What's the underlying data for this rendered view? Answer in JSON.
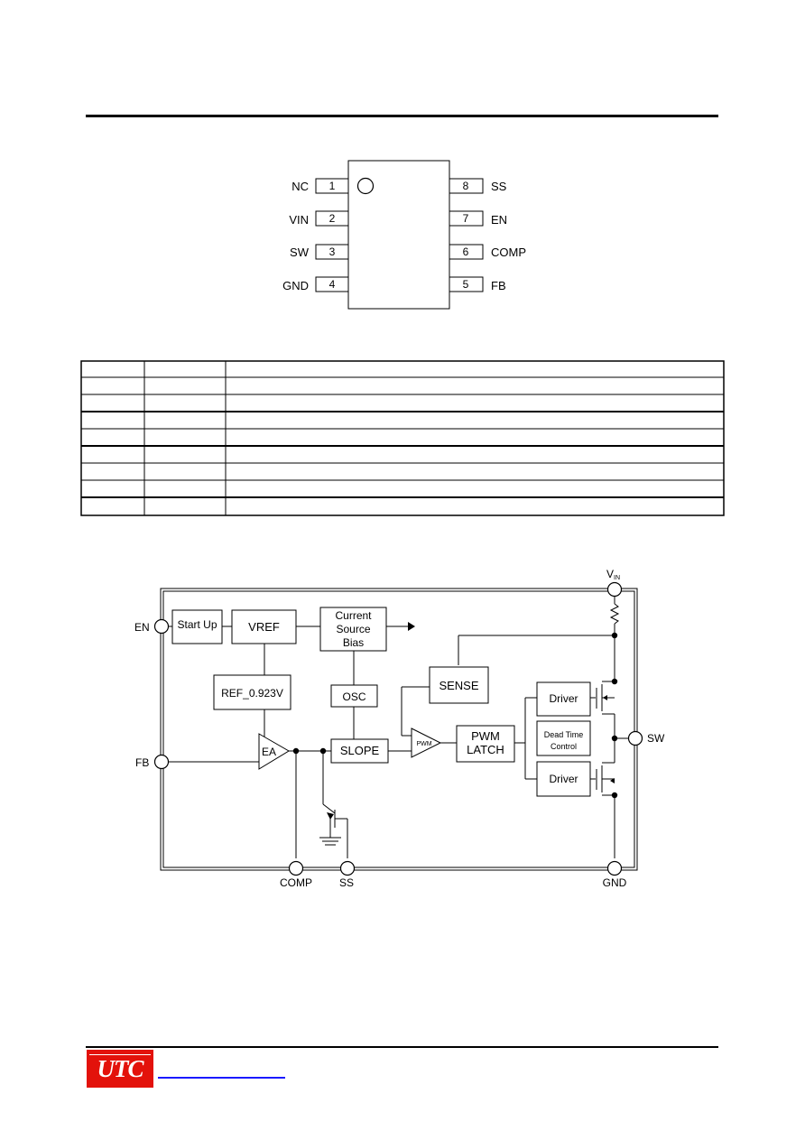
{
  "pin_diagram": {
    "left_pins": [
      {
        "number": "1",
        "name": "NC"
      },
      {
        "number": "2",
        "name": "VIN"
      },
      {
        "number": "3",
        "name": "SW"
      },
      {
        "number": "4",
        "name": "GND"
      }
    ],
    "right_pins": [
      {
        "number": "8",
        "name": "SS"
      },
      {
        "number": "7",
        "name": "EN"
      },
      {
        "number": "6",
        "name": "COMP"
      },
      {
        "number": "5",
        "name": "FB"
      }
    ]
  },
  "pin_table": {
    "row_count": 9,
    "column_count": 3
  },
  "block_diagram": {
    "pins": {
      "vin": "V",
      "vin_sub": "IN",
      "en": "EN",
      "fb": "FB",
      "sw": "SW",
      "comp": "COMP",
      "ss": "SS",
      "gnd": "GND"
    },
    "blocks": {
      "start_up": "Start Up",
      "vref": "VREF",
      "current_source_1": "Current",
      "current_source_2": "Source",
      "current_source_3": "Bias",
      "ref": "REF_0.923V",
      "osc": "OSC",
      "sense": "SENSE",
      "ea": "EA",
      "slope": "SLOPE",
      "pwm_comp": "PWM",
      "pwm_latch_1": "PWM",
      "pwm_latch_2": "LATCH",
      "driver_top": "Driver",
      "driver_bottom": "Driver",
      "dead_time_1": "Dead Time",
      "dead_time_2": "Control"
    }
  },
  "footer": {
    "logo_text": "UTC",
    "logo_color": "#e3120b",
    "link_color": "#1a1aff"
  }
}
